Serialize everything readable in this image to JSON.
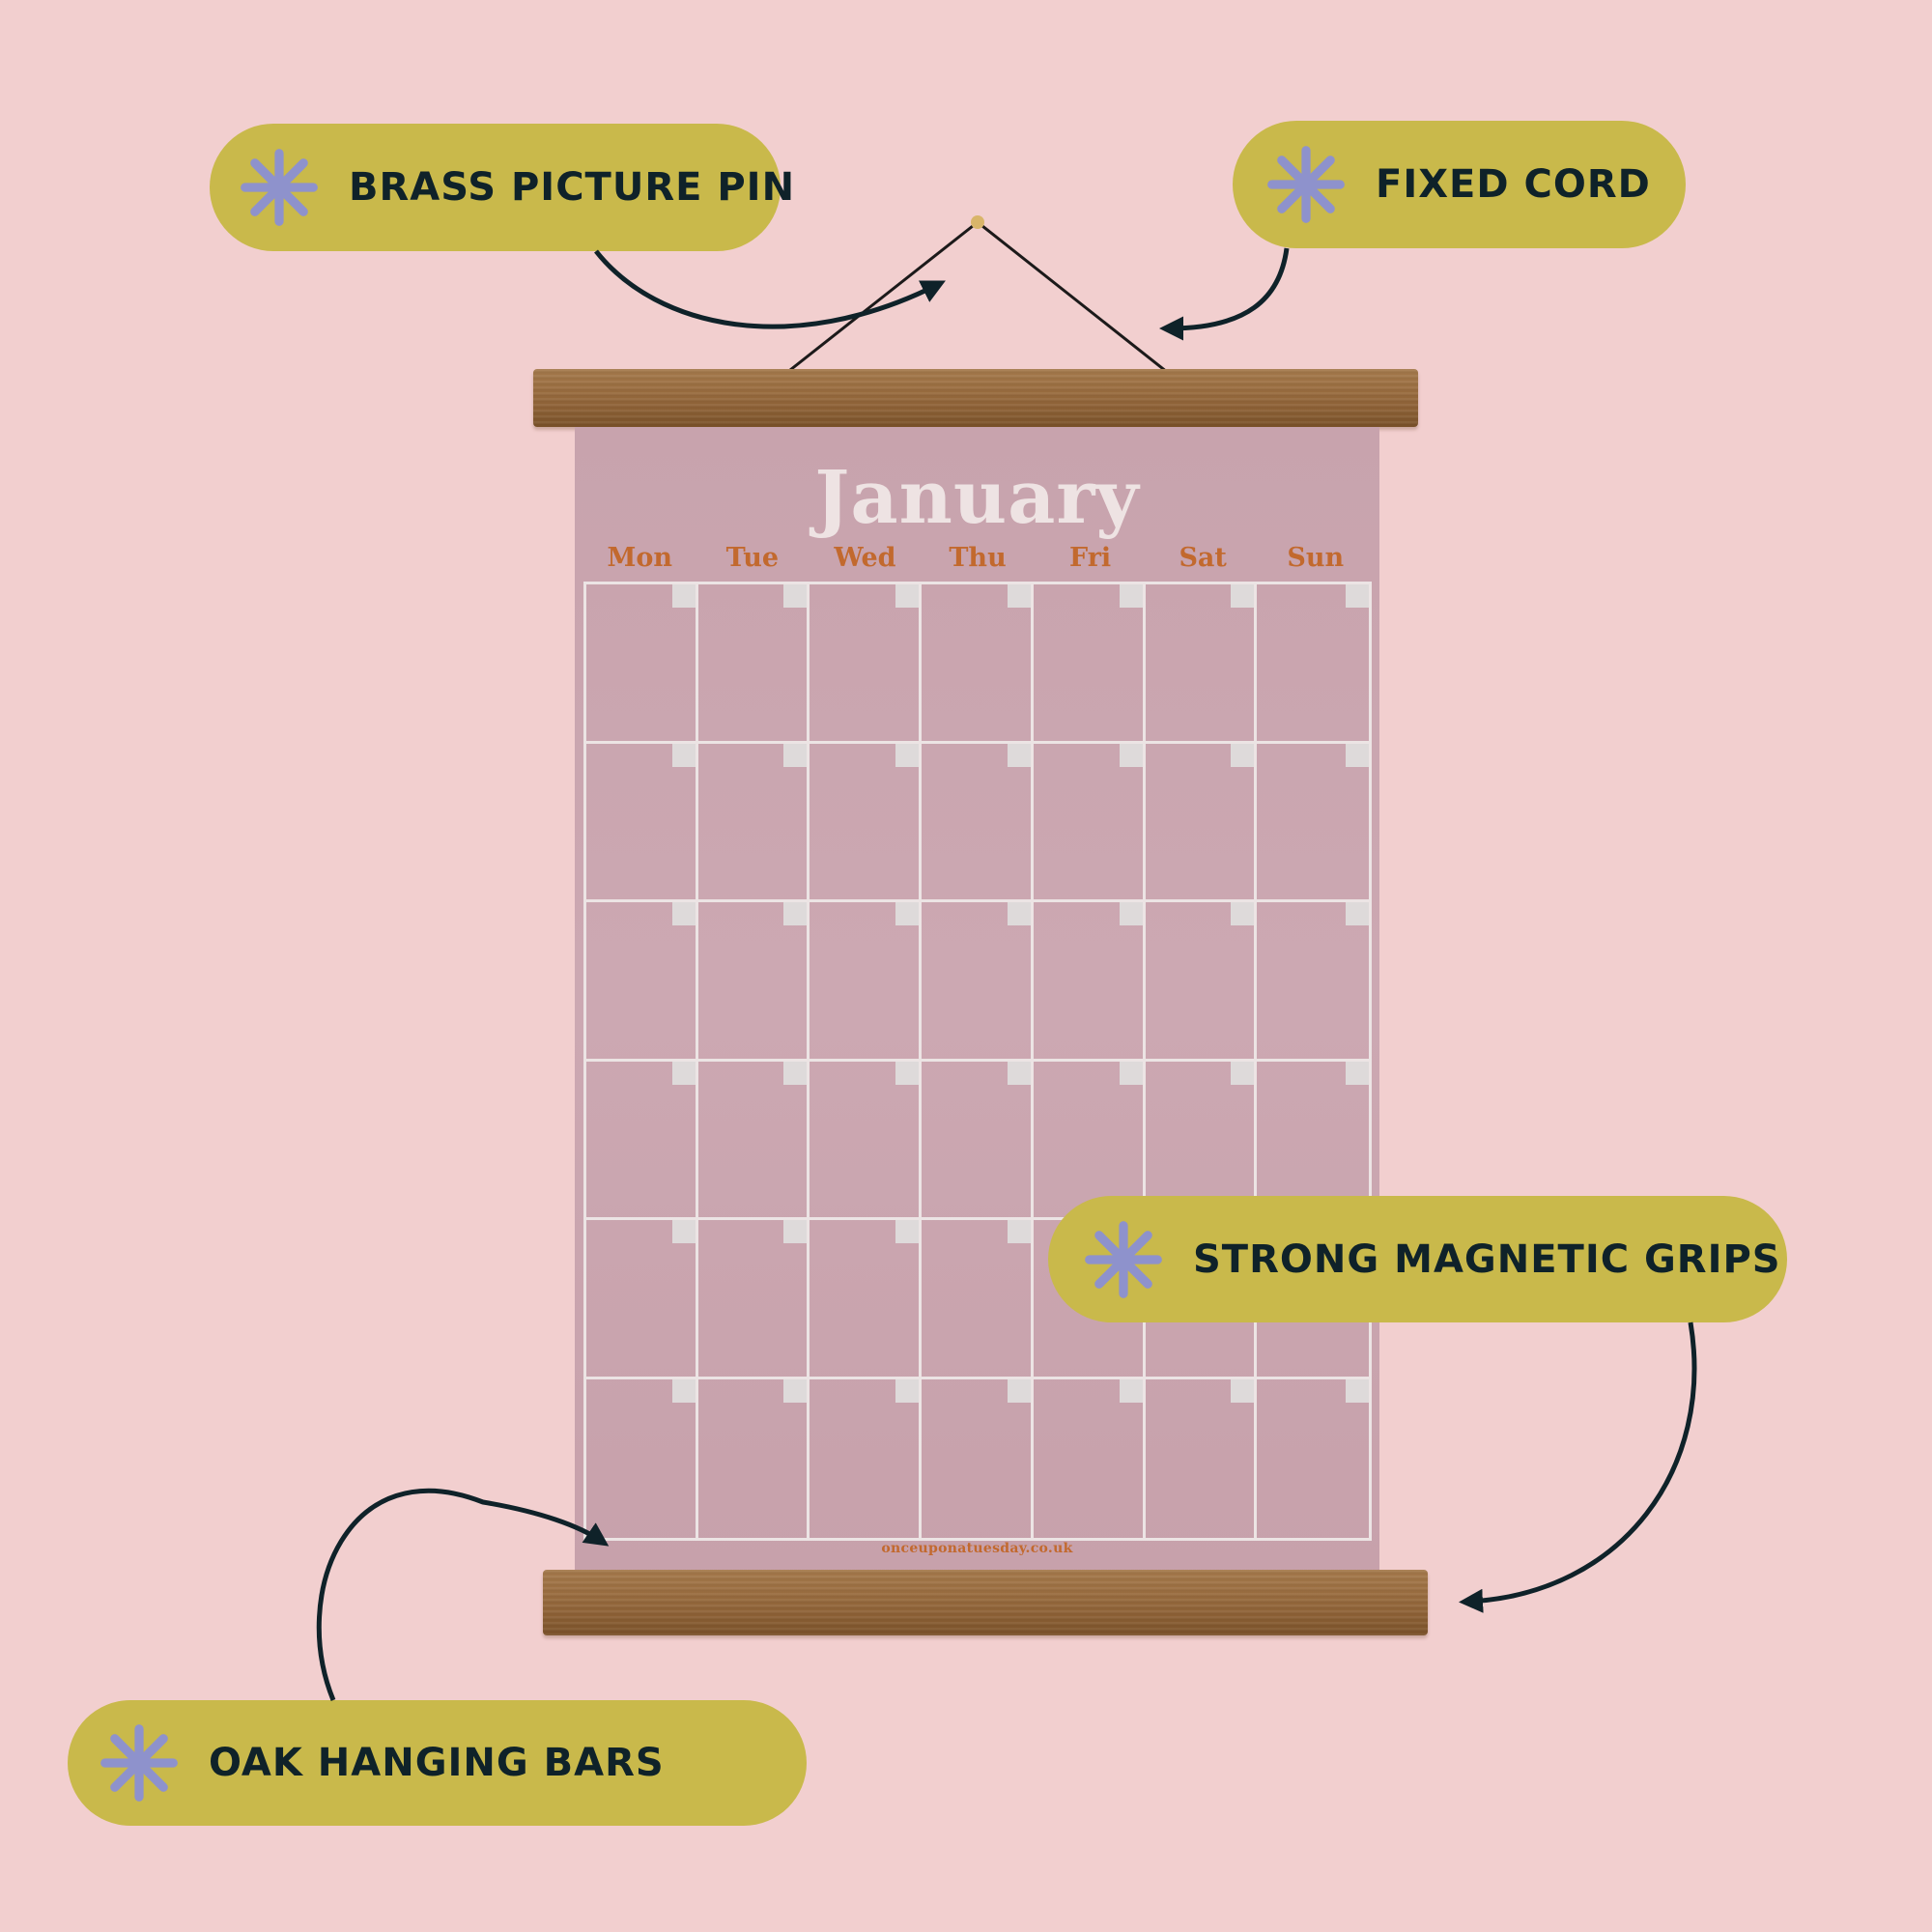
{
  "colors": {
    "background": "#f2cfcf",
    "pill": "#c9b94b",
    "asterisk": "#8e92cc",
    "label_text": "#0f2229",
    "paper": "#c9a4ae",
    "grid_lines": "#ece4e4",
    "day_labels": "#c2692e",
    "month_title": "#eee3e3",
    "wood": "#946839",
    "arrow": "#0f2229"
  },
  "callouts": [
    {
      "label": "BRASS PICTURE PIN",
      "icon": "asterisk-icon"
    },
    {
      "label": "FIXED CORD",
      "icon": "asterisk-icon"
    },
    {
      "label": "STRONG MAGNETIC GRIPS",
      "icon": "asterisk-icon"
    },
    {
      "label": "OAK HANGING BARS",
      "icon": "asterisk-icon"
    }
  ],
  "calendar": {
    "month": "January",
    "days": [
      "Mon",
      "Tue",
      "Wed",
      "Thu",
      "Fri",
      "Sat",
      "Sun"
    ],
    "rows": 6,
    "columns": 7,
    "footer_url": "onceuponatuesday.co.uk"
  }
}
